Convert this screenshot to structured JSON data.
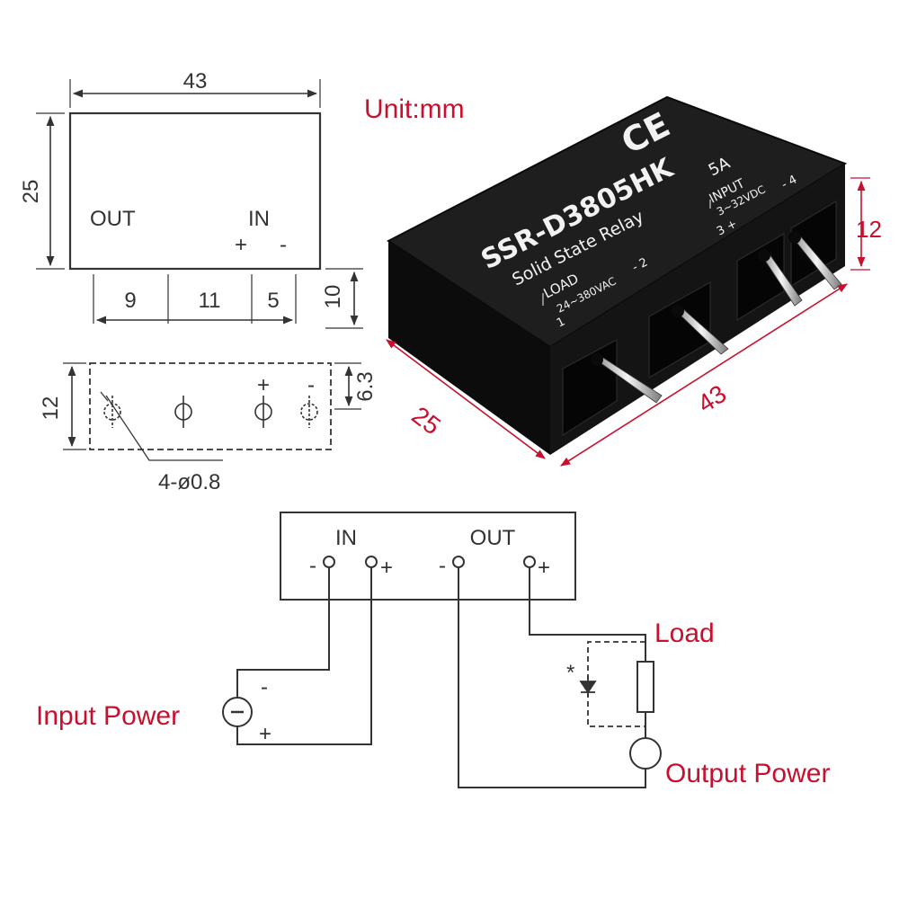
{
  "unit_label": "Unit:mm",
  "top_view": {
    "width_label": "43",
    "height_label": "25",
    "out_label": "OUT",
    "in_label": "IN",
    "plus": "+",
    "minus": "-",
    "spacing": [
      "9",
      "11",
      "5"
    ],
    "right_label": "10"
  },
  "side_view": {
    "height_label": "12",
    "right_label": "6.3",
    "hole_label": "4-ø0.8",
    "plus": "+",
    "minus": "-"
  },
  "relay": {
    "ce": "CE",
    "model": "SSR-D3805HK",
    "subtitle": "Solid State Relay",
    "rating": "5A",
    "input_label": "INPUT",
    "input_range": "3~32VDC",
    "load_label": "LOAD",
    "load_range": "24~380VAC",
    "pin1": "1",
    "pin2": "- 2",
    "pin3": "3 +",
    "pin4": "- 4",
    "dim_height": "12",
    "dim_width": "25",
    "dim_length": "43"
  },
  "wiring": {
    "in_label": "IN",
    "out_label": "OUT",
    "minus": "-",
    "plus": "+",
    "input_power": "Input Power",
    "output_power": "Output Power",
    "load": "Load",
    "star": "*"
  },
  "colors": {
    "accent_red": "#c8102e",
    "relay_body": "#161616",
    "line": "#333333"
  }
}
